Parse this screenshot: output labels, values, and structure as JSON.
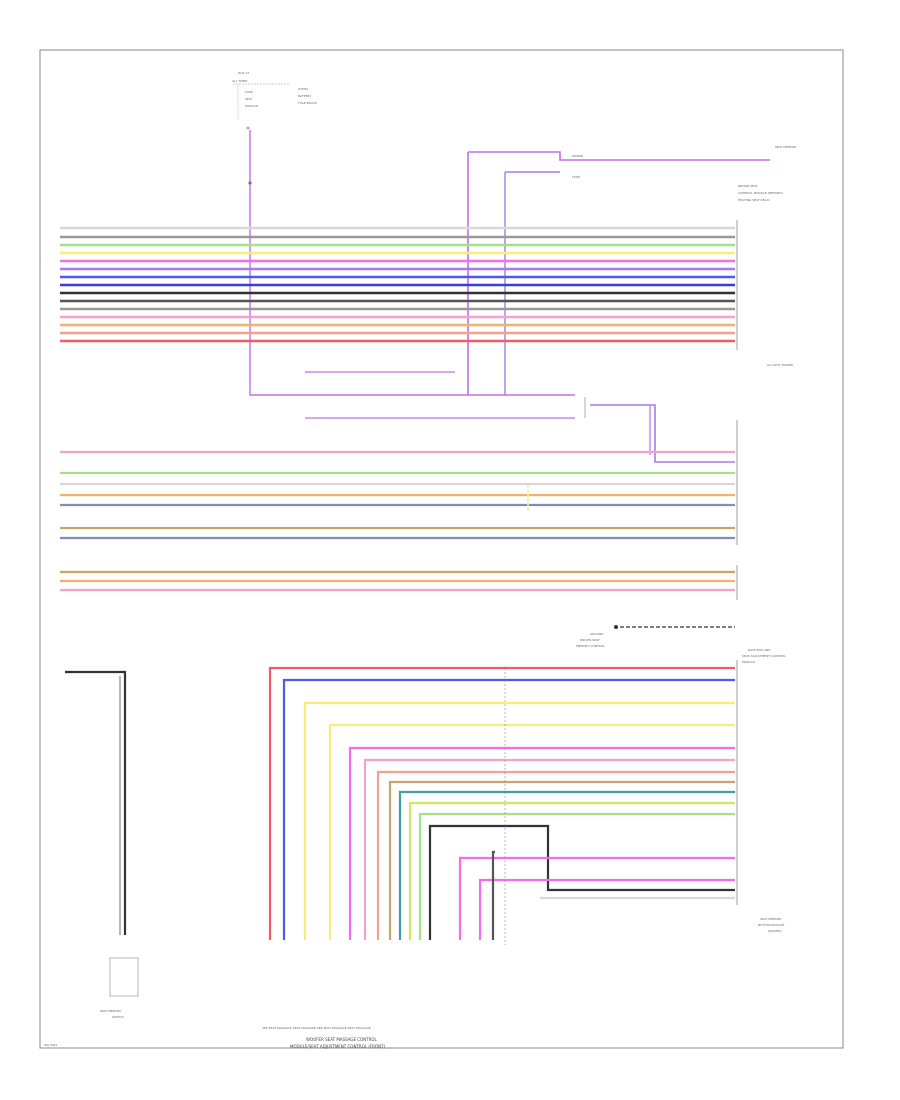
{
  "diagram": {
    "footer_code": "W0.3021",
    "module_caption": [
      "WOOFER SEAT MASSAGE CONTROL",
      "MODULE/SEAT ADJUSTMENT CONTROL (FRONT)"
    ],
    "module_caption_dots": "SEE SEAT MASSAGE SEAT MASSAGE SEE SEAT MASSAGE SEAT MASSAGE",
    "seat_module_label": [
      "DRIVER SEAT",
      "CONTROL",
      "MODULE (MEMORY)"
    ],
    "right_block_labels": {
      "top": [
        "DRIVER SEAT",
        "CONTROL MODULE (MEMORY)",
        "HEATING SEAT RELAY"
      ],
      "bottom_right": [
        "SEAT MEMORY",
        "BUTTON MODULE",
        "(DRIVER)"
      ],
      "mid_label": "ALL SEAT POWER",
      "lower_header": [
        "DATA BUS AND",
        "SEAT ADJUSTMENT CONTROL",
        "MODULE"
      ]
    },
    "fuse_block": [
      "HOT AT",
      "ALL TIMES",
      "FUSE",
      "SEAT",
      "MODULE",
      "(FUSE)",
      "BATTERY",
      "FUSE BLOCK"
    ],
    "ground_label": [
      "GROUND",
      "DRIVER SEAT",
      "MEMORY CONTROL"
    ],
    "bottom_left_component": [
      "SEAT MEMORY",
      "SWITCH"
    ],
    "wire_colors": {
      "white": "#d8d8d8",
      "gray": "#9a9a9a",
      "green": "#a6e08a",
      "yellow": "#f2ef7a",
      "magenta": "#f56bf0",
      "purple": "#a57bef",
      "blue": "#4a5cf0",
      "navy": "#3a3fd0",
      "black": "#333333",
      "dark_gray": "#555555",
      "orange": "#f5b070",
      "salmon": "#f4a090",
      "red": "#f05a6a",
      "pink": "#f7a0c8",
      "tan": "#c9a56a",
      "teal": "#3fa0a0",
      "steel": "#7d8fb5",
      "lime": "#cfe860",
      "violet": "#c070e8"
    }
  }
}
